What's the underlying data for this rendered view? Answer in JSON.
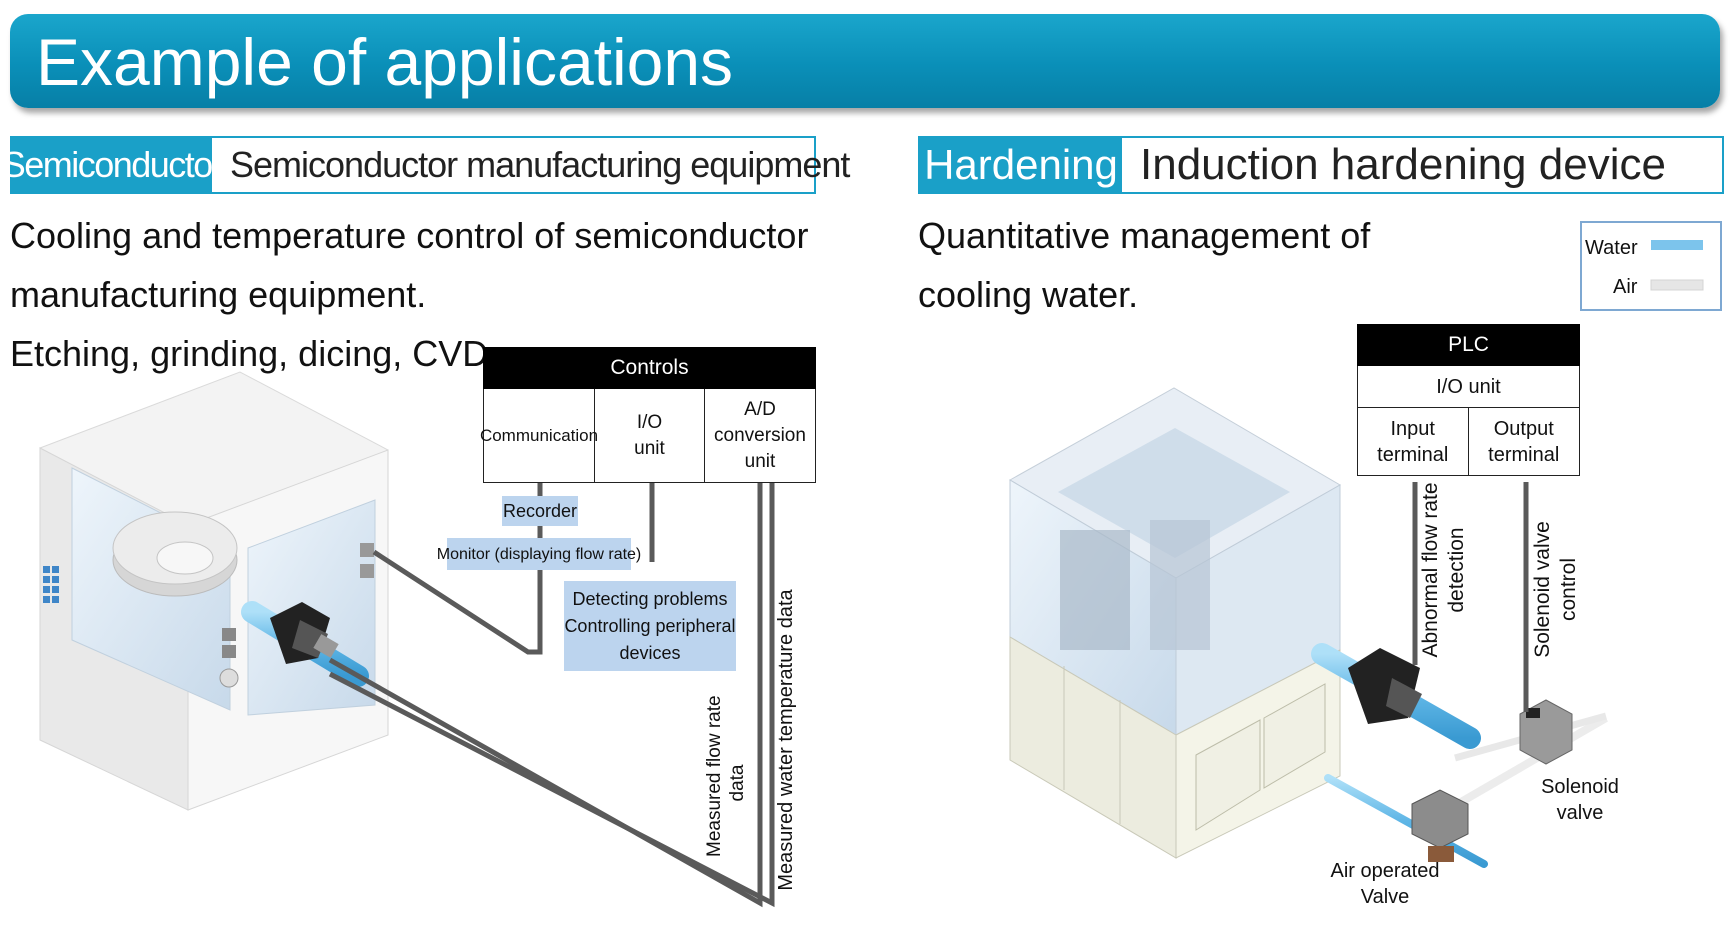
{
  "header": {
    "title": "Example of applications"
  },
  "left": {
    "tag": "Semiconductor",
    "heading": "Semiconductor manufacturing equipment",
    "description": [
      "Cooling and temperature control of semiconductor",
      "manufacturing equipment.",
      "Etching, grinding, dicing, CVD."
    ],
    "controls": {
      "title": "Controls",
      "cells": [
        {
          "lines": [
            "Communication"
          ]
        },
        {
          "lines": [
            "I/O",
            "unit"
          ]
        },
        {
          "lines": [
            "A/D",
            "conversion",
            "unit"
          ]
        }
      ]
    },
    "boxes": {
      "recorder": "Recorder",
      "monitor": "Monitor (displaying flow rate)",
      "detecting": [
        "Detecting problems",
        "Controlling peripheral",
        "devices"
      ]
    },
    "signals": {
      "flow_rate": [
        "Measured flow rate",
        "data"
      ],
      "temperature": "Measured water temperature data"
    }
  },
  "right": {
    "tag": "Hardening",
    "heading": "Induction hardening device",
    "description": [
      "Quantitative management of",
      "cooling water."
    ],
    "legend": [
      {
        "label": "Water",
        "color": "#7cc4ec"
      },
      {
        "label": "Air",
        "color": "#e6e6e6"
      }
    ],
    "plc": {
      "title": "PLC",
      "io": "I/O unit",
      "cells": [
        {
          "lines": [
            "Input",
            "terminal"
          ]
        },
        {
          "lines": [
            "Output",
            "terminal"
          ]
        }
      ]
    },
    "signals": {
      "abnormal": [
        "Abnormal flow rate",
        "detection"
      ],
      "solenoid_control": [
        "Solenoid valve",
        "control"
      ]
    },
    "labels": {
      "solenoid_valve": [
        "Solenoid",
        "valve"
      ],
      "air_valve": [
        "Air operated",
        "Valve"
      ]
    }
  },
  "colors": {
    "accent": "#1aa0c8",
    "water": "#7cc4ec",
    "box_blue": "#bcd4ee"
  }
}
